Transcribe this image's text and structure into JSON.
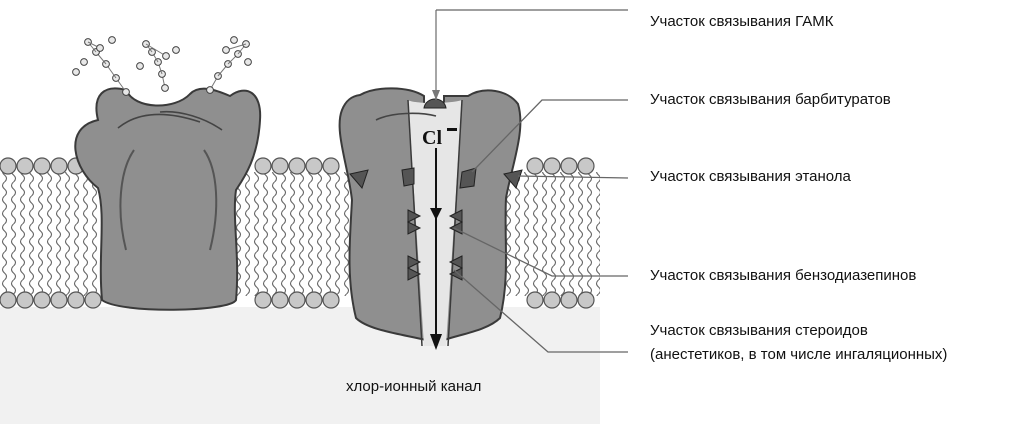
{
  "labels": {
    "gaba": "Участок связывания ГАМК",
    "barbiturate": "Участок связывания барбитуратов",
    "ethanol": "Участок связывания этанола",
    "benzodiazepine": "Участок связывания бензодиазепинов",
    "steroid_line1": "Участок связывания стероидов",
    "steroid_line2": "(анестетиков, в том числе ингаляционных)",
    "ion": "Cl",
    "channel": "хлор-ионный канал"
  }
}
